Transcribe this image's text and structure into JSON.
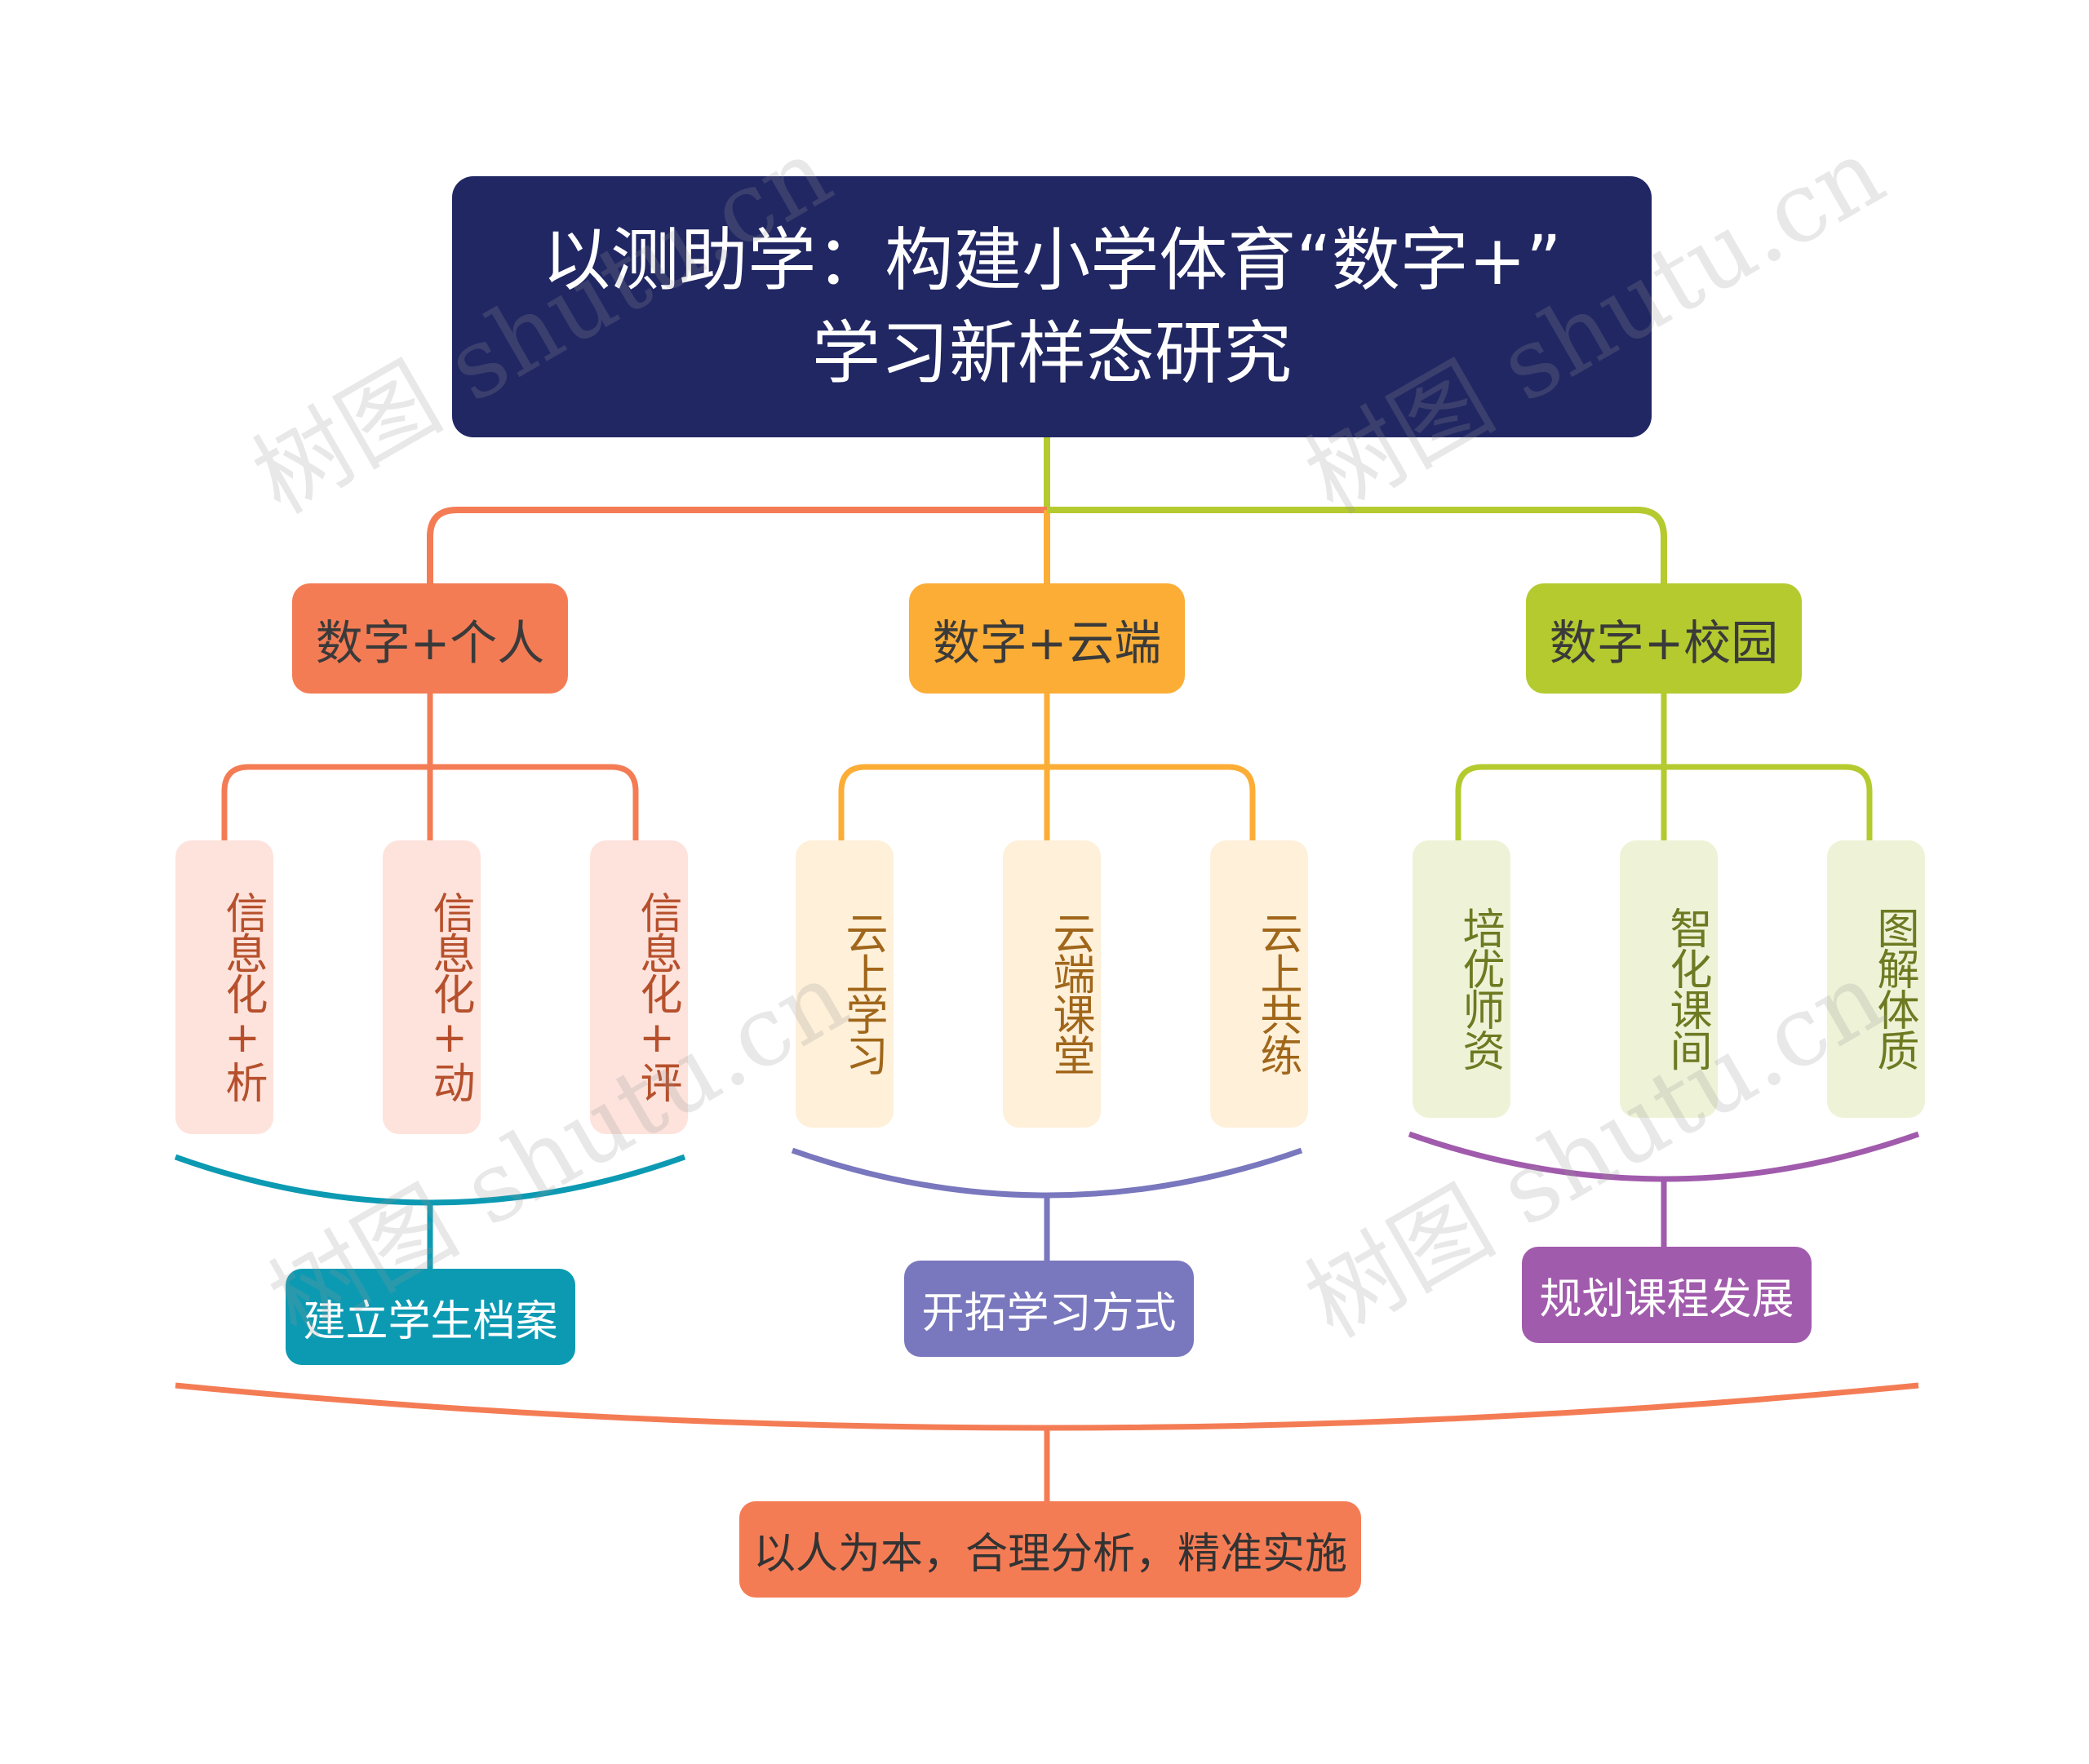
{
  "root": {
    "line1": "以测助学：构建小学体育“数字+”",
    "line2": "学习新样态研究"
  },
  "categories": [
    {
      "label": "数字+个人",
      "color": "#f47c55"
    },
    {
      "label": "数字+云端",
      "color": "#fbad36"
    },
    {
      "label": "数字+校园",
      "color": "#b5ca2e"
    }
  ],
  "leaves": [
    [
      "信息化+析",
      "信息化+动",
      "信息化+评"
    ],
    [
      "云上学习",
      "云端课堂",
      "云上共练"
    ],
    [
      "培优师资",
      "智化课间",
      "图解体质"
    ]
  ],
  "summaries": [
    {
      "label": "建立学生档案",
      "color": "#0c9ab3"
    },
    {
      "label": "开拓学习方式",
      "color": "#7977bd"
    },
    {
      "label": "规划课程发展",
      "color": "#a15bac"
    }
  ],
  "final": {
    "label": "以人为本，合理分析，精准实施"
  },
  "watermark": "树图 shutu.cn"
}
